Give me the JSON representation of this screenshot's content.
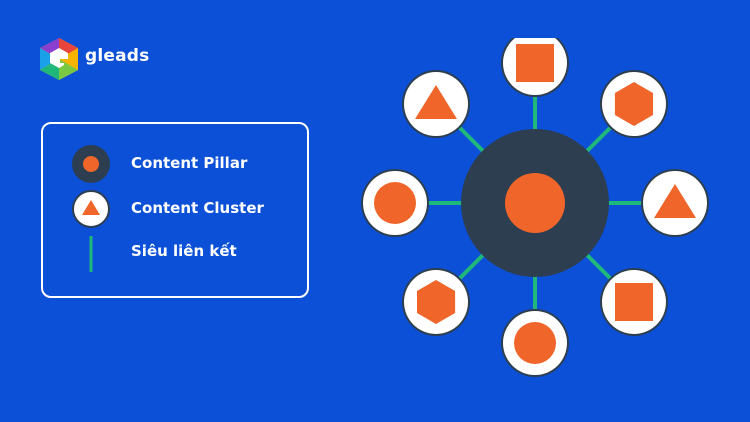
{
  "brand": {
    "name": "gleads"
  },
  "legend": {
    "items": [
      {
        "label": "Content Pillar",
        "icon": "pillar-icon"
      },
      {
        "label": "Content Cluster",
        "icon": "cluster-icon"
      },
      {
        "label": "Siêu liên kết",
        "icon": "hyperlink-line-icon"
      }
    ]
  },
  "colors": {
    "background": "#0b50d6",
    "pillar": "#2d3e50",
    "accent": "#f0662a",
    "link": "#1fb87a",
    "cluster_bg": "#ffffff"
  },
  "diagram": {
    "center": {
      "shape": "circle",
      "type": "pillar"
    },
    "clusters": [
      {
        "shape": "square"
      },
      {
        "shape": "hexagon"
      },
      {
        "shape": "triangle"
      },
      {
        "shape": "square"
      },
      {
        "shape": "circle"
      },
      {
        "shape": "hexagon"
      },
      {
        "shape": "circle"
      },
      {
        "shape": "triangle"
      }
    ]
  }
}
